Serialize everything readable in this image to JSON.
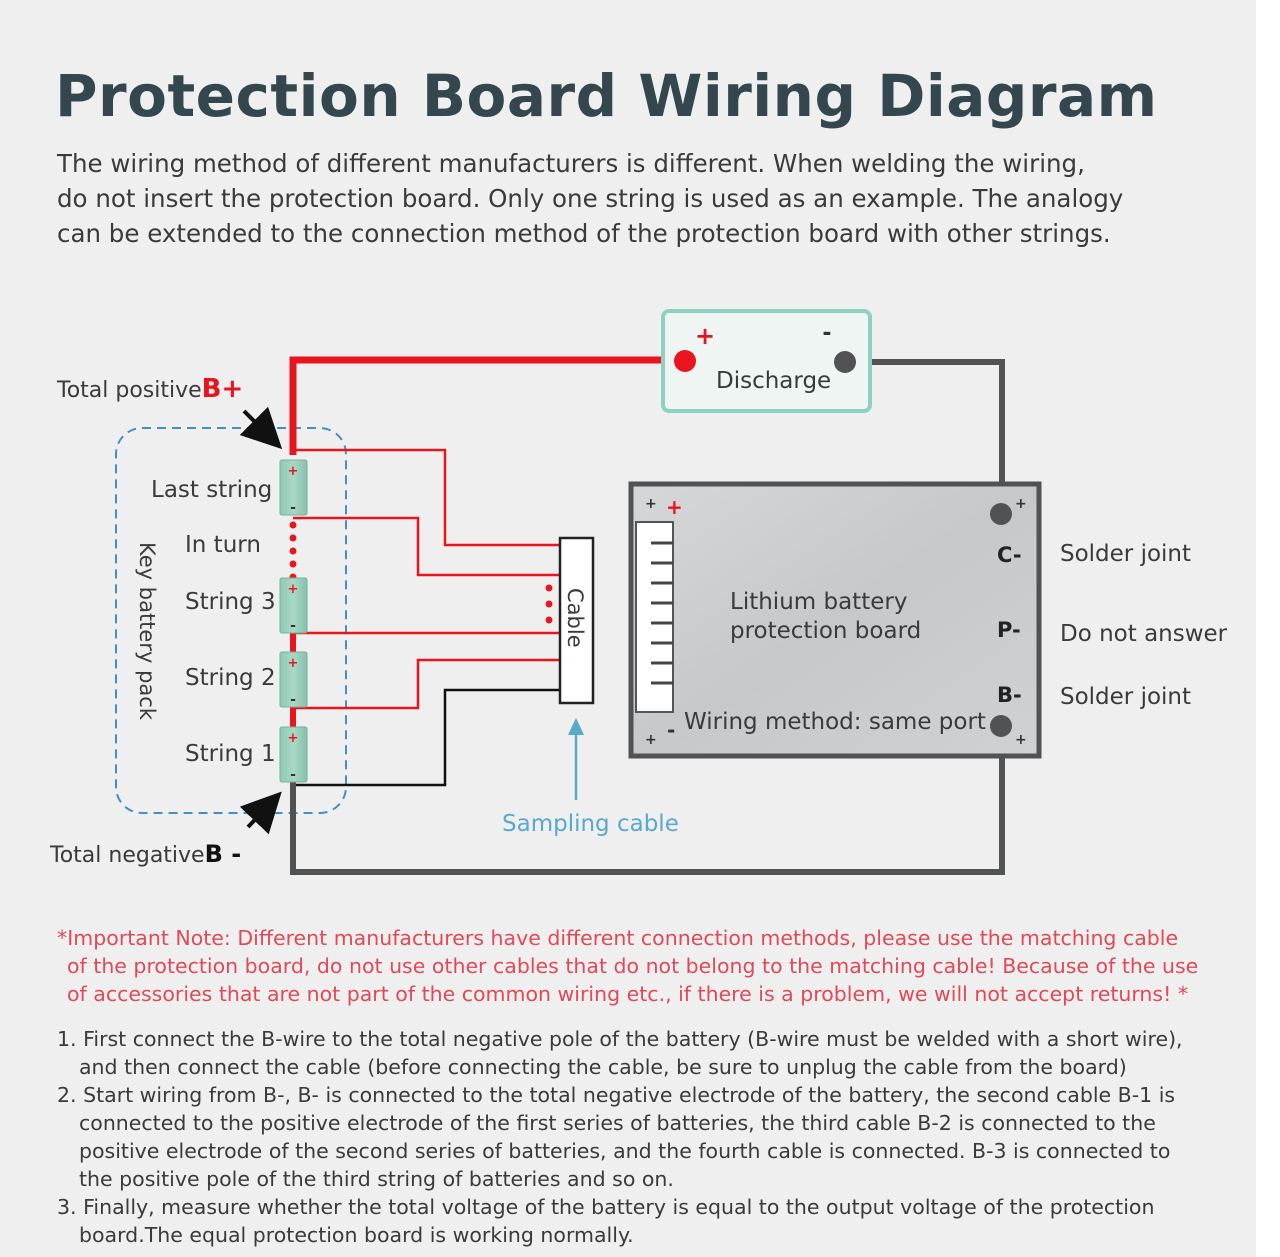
{
  "title": "Protection Board Wiring Diagram",
  "intro_lines": [
    "The wiring method of different manufacturers is different. When welding the wiring,",
    "do not insert the protection board. Only one string is used as an example. The analogy",
    "can be extended to the connection method of the protection board with other strings."
  ],
  "diagram": {
    "total_positive": "Total positive",
    "b_plus": "B+",
    "total_negative": "Total negative",
    "b_minus": "B -",
    "pack_label": "Key battery pack",
    "strings": [
      "Last string",
      "In turn",
      "String 3",
      "String 2",
      "String 1"
    ],
    "cable": "Cable",
    "sampling_cable": "Sampling cable",
    "discharge": "Discharge",
    "discharge_plus": "+",
    "discharge_minus": "-",
    "board_line1": "Lithium battery",
    "board_line2": "protection board",
    "wiring_method": "Wiring method: same port",
    "ports": [
      {
        "port": "C-",
        "label": "Solder joint"
      },
      {
        "port": "P-",
        "label": "Do not answer"
      },
      {
        "port": "B-",
        "label": "Solder joint"
      }
    ],
    "colors": {
      "red": "#e8141e",
      "dark": "#505254",
      "teal": "#8ed0c2",
      "blue": "#3f8fcc",
      "cyan": "#5aa8cc"
    }
  },
  "note_lines": [
    "*Important Note: Different manufacturers have different connection methods, please use the matching cable",
    "of the protection board, do not use other cables that do not belong to the matching cable! Because of the use",
    "of accessories that are not part of the common wiring etc., if there is a problem, we will not accept returns! *"
  ],
  "steps": [
    [
      "1. First connect the B-wire to the total negative pole of the battery (B-wire must be welded with a short wire),",
      "and then connect the cable (before connecting the cable, be sure to unplug the cable from the board)"
    ],
    [
      "2. Start wiring from B-, B- is connected to the total negative electrode of the battery, the second cable B-1 is",
      "connected to the positive electrode of the first series of batteries, the third cable B-2 is connected to the",
      "positive electrode of the second series of batteries, and the fourth cable is connected. B-3 is connected to",
      "the positive pole of the third string of batteries and so on."
    ],
    [
      "3. Finally, measure whether the total voltage of the battery is equal to the output voltage of the protection",
      "board.The equal protection board is working normally."
    ]
  ]
}
